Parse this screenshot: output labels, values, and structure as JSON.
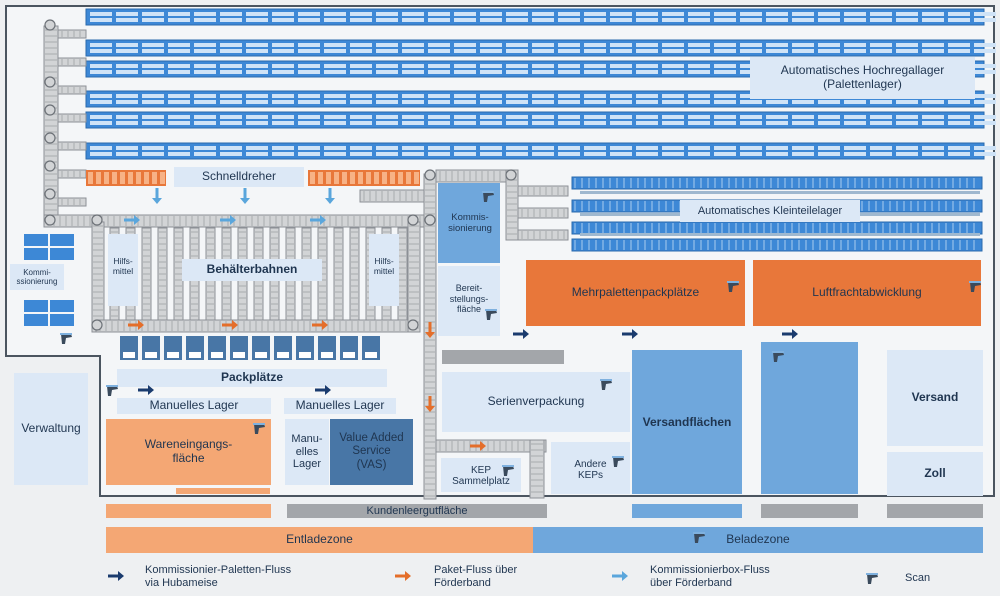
{
  "labels": {
    "hochregal": "Automatisches Hochregallager\n(Palettenlager)",
    "schnelldreher": "Schnelldreher",
    "kleinteile": "Automatisches Kleinteilelager",
    "kommiss_box": "Kommis-\nsionierung",
    "kommiss_left": "Kommi-\nssionierung",
    "hilfsmittel_l": "Hilfs-\nmittel",
    "hilfsmittel_r": "Hilfs-\nmittel",
    "behaelter": "Behälterbahnen",
    "bereitstellung": "Bereit-\nstellungs-\nfläche",
    "mehrpaletten": "Mehrpalettenpackplätze",
    "luftfracht": "Luftfrachtabwicklung",
    "packplaetze": "Packplätze",
    "verwaltung": "Verwaltung",
    "manuelles_lager_1": "Manuelles Lager",
    "manuelles_lager_2": "Manuelles Lager",
    "wareneingang": "Wareneingangs-\nfläche",
    "manuelles_lager_small": "Manu-\nelles\nLager",
    "vas": "Value Added\nService\n(VAS)",
    "serienverpackung": "Serienverpackung",
    "versandflaechen": "Versandflächen",
    "versand": "Versand",
    "zoll": "Zoll",
    "andere_keps": "Andere\nKEPs",
    "kep": "KEP\nSammelplatz",
    "kundenleergut": "Kundenleergutfläche",
    "entladezone": "Entladezone",
    "beladezone": "Beladezone"
  },
  "legend": {
    "kommissionier_paletten": "Kommissionier-Paletten-Fluss\nvia Hubameise",
    "paket": "Paket-Fluss über\nFörderband",
    "kommissionierbox": "Kommissionierbox-Fluss\nüber Förderband",
    "scan": "Scan"
  },
  "colors": {
    "background": "#eef0f2",
    "wall": "#4b5560",
    "pale_blue": "#dce8f6",
    "mid_blue": "#6fa7dc",
    "dark_blue": "#4876a6",
    "shelf_blue": "#3d88d6",
    "orange": "#e8773a",
    "light_orange": "#f4a774",
    "grey": "#a3a6aa",
    "dark_arrow": "#1a3b6e",
    "orange_arrow": "#e46e2a",
    "light_arrow": "#5aa6dc",
    "text": "#1f3550"
  },
  "icons": [
    "scan-icon",
    "arrow-dark-icon",
    "arrow-orange-icon",
    "arrow-light-icon"
  ]
}
